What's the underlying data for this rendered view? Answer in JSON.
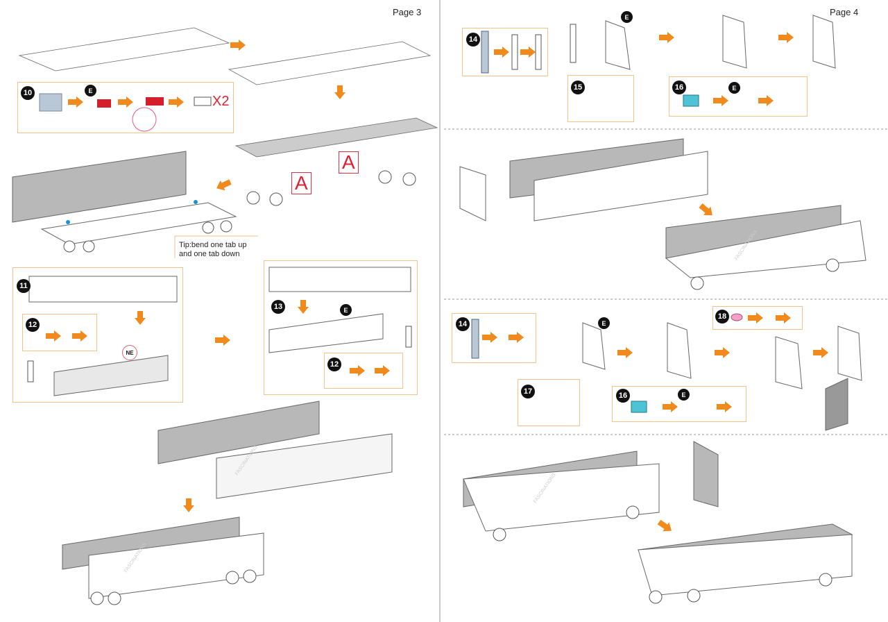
{
  "left_page": {
    "page_label": "Page 3",
    "steps": {
      "s10": "10",
      "s11": "11",
      "s12a": "12",
      "s12b": "12",
      "s13": "13"
    },
    "part_labels": {
      "e1": "E",
      "e2": "E",
      "ne": "NE",
      "a1": "A",
      "a2": "A"
    },
    "quantity": "X2",
    "tip": [
      "Tip:bend one tab up",
      "and one tab down"
    ],
    "watermark": "FASCINATIONS"
  },
  "right_page": {
    "page_label": "Page 4",
    "steps": {
      "s14a": "14",
      "s15": "15",
      "s16a": "16",
      "s14b": "14",
      "s17": "17",
      "s16b": "16",
      "s18": "18"
    },
    "part_labels": {
      "e1": "E",
      "e2": "E",
      "e3": "E",
      "e4": "E"
    },
    "watermark": "FASCINATIONS"
  },
  "colors": {
    "arrow": "#f08a1c",
    "box": "#f2c28a",
    "panel": "#b8b8b8",
    "accent_red": "#e02030",
    "marker_green": "#9acd32",
    "marker_blue": "#1e90d8"
  }
}
